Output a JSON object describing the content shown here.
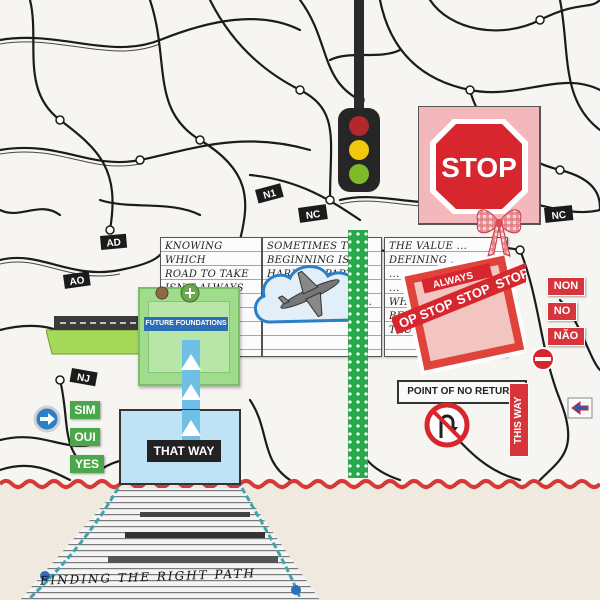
{
  "stop_sign_text": "STOP",
  "journal": {
    "card1": "KNOWING WHICH\nROAD TO TAKE\nISN'T ALWAYS AS\nEASY AS IT\nLOOKS.",
    "card2": "SOMETIMES THE\nBEGINNING IS T...\nHARDEST PART\n...\nENOUGH TO STA...\nTHE BEST IF TO...",
    "card3": "THE VALUE ...\nDEFINING ...\n...\n...\nWHEN YOU\nBELIEVE THIS IS TRUE"
  },
  "map_labels": {
    "n1": "N1",
    "nc": "NC",
    "ad": "AD",
    "ao": "AO",
    "nj": "NJ",
    "nc2": "NC"
  },
  "tags": {
    "sim": "SIM",
    "oui": "OUI",
    "yes": "YES",
    "non": "NON",
    "no": "NO",
    "nao": "NÃO"
  },
  "future_foundations": "FUTURE FOUNDATIONS",
  "that_way": "THAT WAY",
  "this_way": "THIS WAY",
  "point_of_no_return": "POINT OF NO RETURN",
  "stop_banner": {
    "a": "STOP",
    "b": "STOP",
    "c": "STOP",
    "d": "OP STOP"
  },
  "always_label": "ALWAYS",
  "title": "FINDING THE RIGHT PATH",
  "colors": {
    "stop_red": "#d8343c",
    "green": "#4aa84a",
    "sign_blue": "#2a7fc9"
  }
}
